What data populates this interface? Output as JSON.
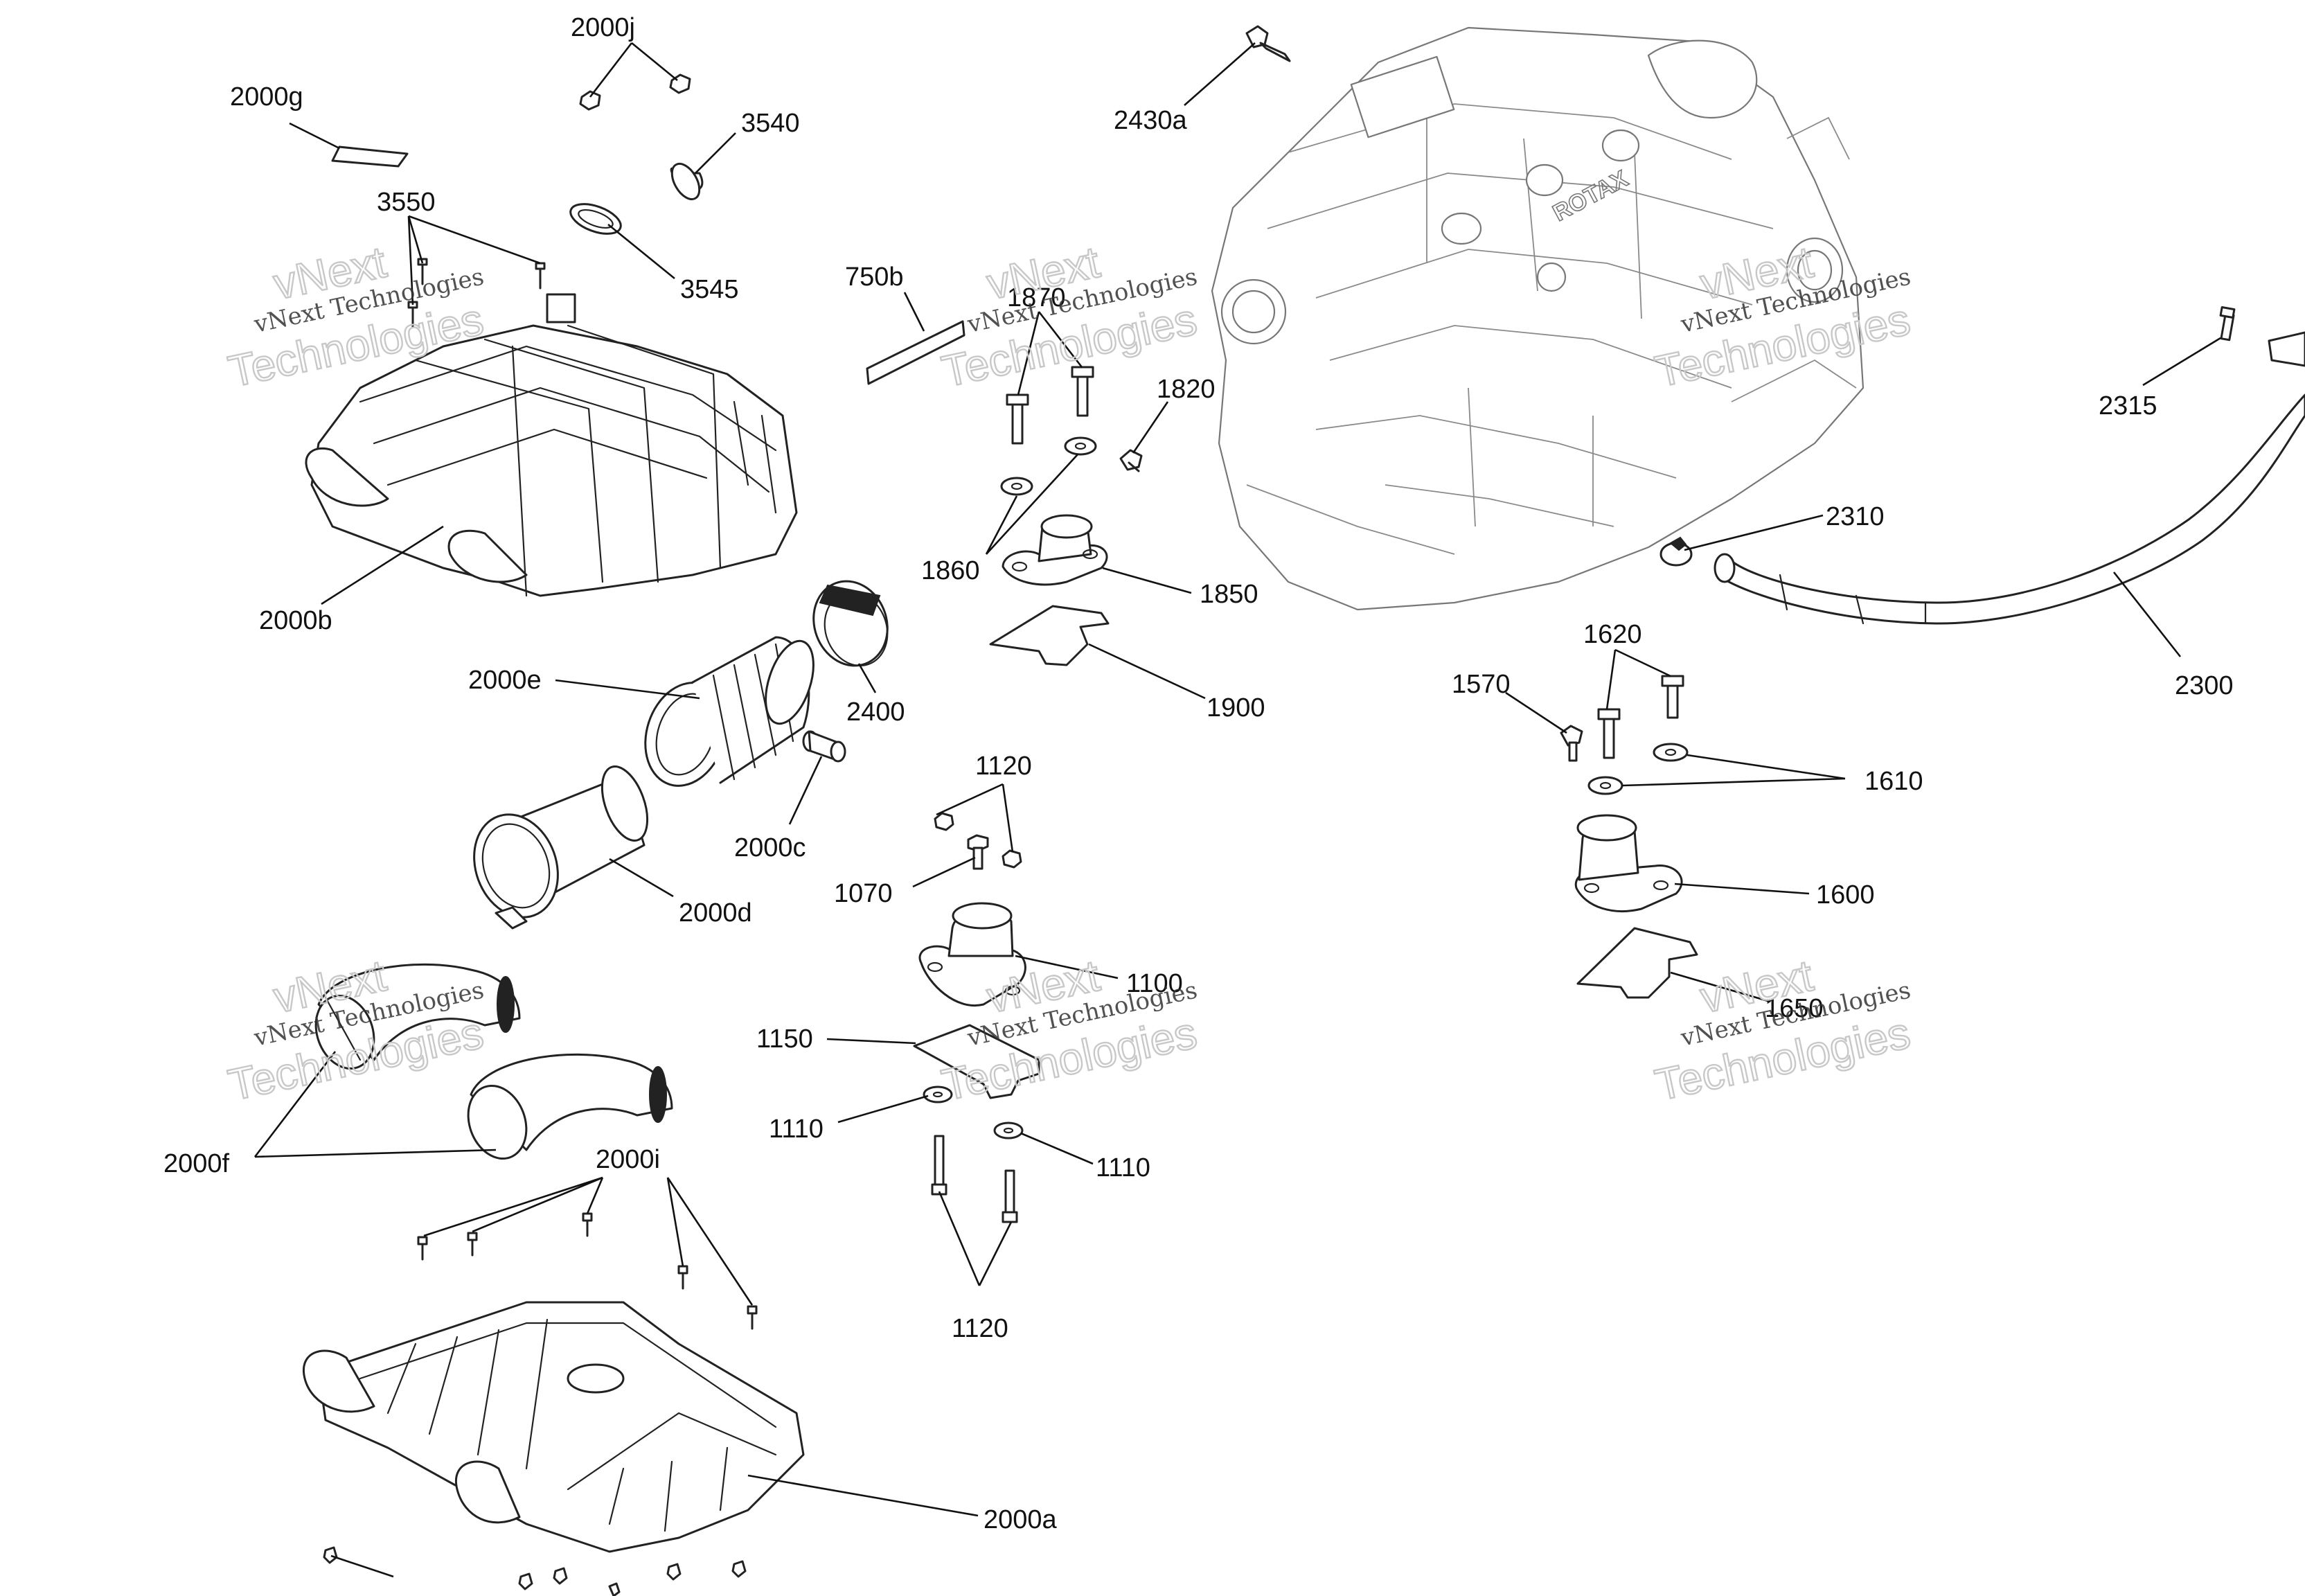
{
  "labels": {
    "l2000g": "2000g",
    "l2000j": "2000j",
    "l3540": "3540",
    "l3550": "3550",
    "l3545": "3545",
    "l2430a": "2430a",
    "l750b": "750b",
    "l1870": "1870",
    "l1820": "1820",
    "l1860": "1860",
    "l1850": "1850",
    "l1900": "1900",
    "l2000b": "2000b",
    "l2000e": "2000e",
    "l2400": "2400",
    "l2000c": "2000c",
    "l2000d": "2000d",
    "l1120top": "1120",
    "l1070": "1070",
    "l1100": "1100",
    "l1150": "1150",
    "l1110a": "1110",
    "l1110b": "1110",
    "l1120bot": "1120",
    "l2000f": "2000f",
    "l2000i": "2000i",
    "l2000a": "2000a",
    "l2315": "2315",
    "l2310": "2310",
    "l2300": "2300",
    "l1620": "1620",
    "l1570": "1570",
    "l1610": "1610",
    "l1600": "1600",
    "l1650": "1650"
  },
  "engine_logo": "ROTAX",
  "watermark": {
    "line1": "vNext Technologies",
    "line2": "vNext",
    "line3": "Technologies"
  }
}
